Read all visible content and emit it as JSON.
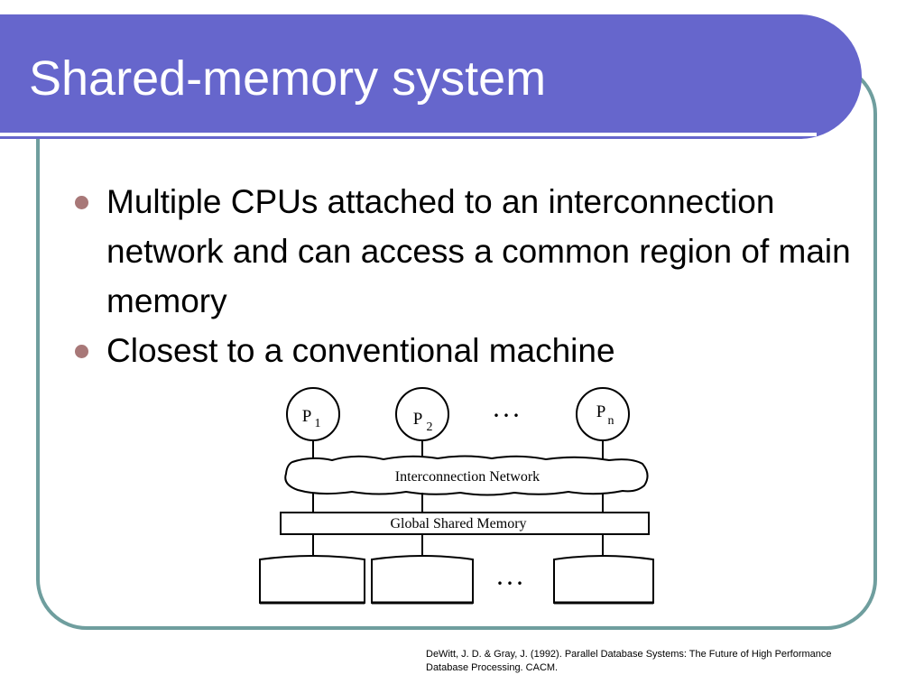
{
  "slide": {
    "title": "Shared-memory system",
    "bullets": [
      "Multiple CPUs attached to an interconnection network and can access a common region of main memory",
      "Closest to a conventional machine"
    ],
    "citation": "DeWitt, J. D. & Gray, J. (1992). Parallel Database Systems: The Future of High Performance Database Processing. CACM."
  },
  "diagram": {
    "processors": [
      {
        "letter": "P",
        "sub": "1"
      },
      {
        "letter": "P",
        "sub": "2"
      },
      {
        "letter": "P",
        "sub": "n"
      }
    ],
    "proc_ellipsis": ". . .",
    "network_label": "Interconnection Network",
    "memory_label": "Global Shared Memory",
    "disk_ellipsis": ". . ."
  },
  "colors": {
    "title_bar": "#6666cc",
    "frame_border": "#6f9e9e",
    "bullet": "#a87878"
  }
}
